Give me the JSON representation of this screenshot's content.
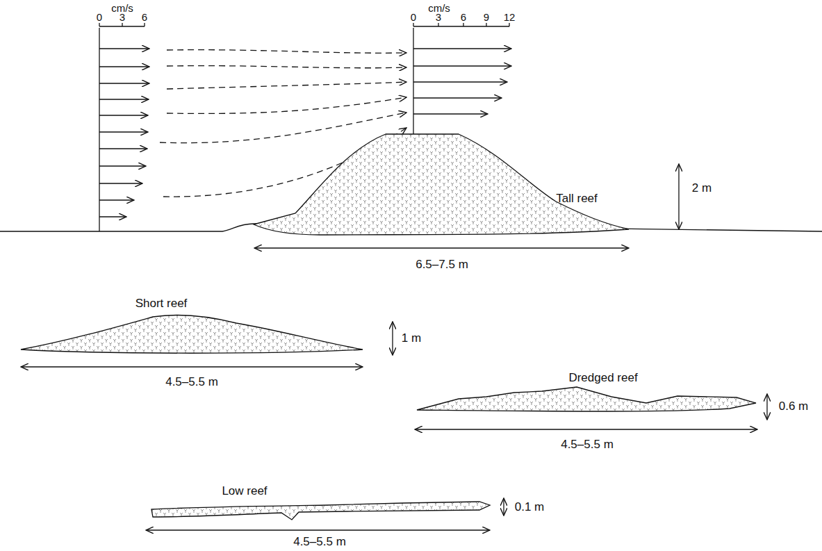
{
  "diagram": {
    "labels": [
      "cm/s",
      "0",
      "3",
      "6",
      "cm/s",
      "0",
      "3",
      "6",
      "9",
      "12",
      "Tall reef",
      "2 m",
      "6.5–7.5 m",
      "Short reef",
      "1 m",
      "4.5–5.5 m",
      "Dredged reef",
      "0.6 m",
      "4.5–5.5 m",
      "Low reef",
      "0.1 m",
      "4.5–5.5 m"
    ]
  }
}
